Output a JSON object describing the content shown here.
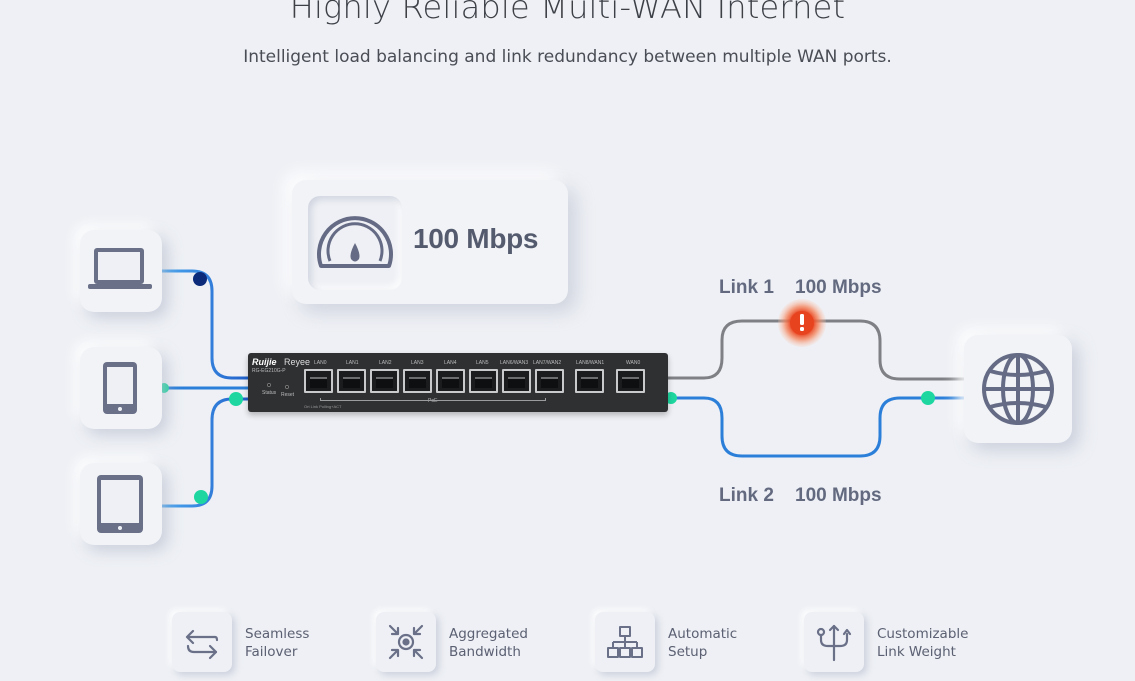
{
  "header": {
    "title": "Highly Reliable Multi-WAN Internet",
    "subtitle": "Intelligent load balancing and link redundancy between multiple WAN ports."
  },
  "speed_card": {
    "value": "100 Mbps",
    "icon": "speedometer-icon"
  },
  "devices": [
    {
      "name": "laptop",
      "icon": "laptop-icon"
    },
    {
      "name": "phone",
      "icon": "phone-icon"
    },
    {
      "name": "tablet",
      "icon": "tablet-icon"
    }
  ],
  "router": {
    "brand": "Ruijie",
    "sub_brand": "Reyee",
    "model": "RG-EG210G-P",
    "status_label": "Status",
    "reset_label": "Reset",
    "poe_label": "PoE",
    "foot_label": "Ort Link  Polling+ACT",
    "ports": [
      "LAN0",
      "LAN1",
      "LAN2",
      "LAN3",
      "LAN4",
      "LAN5",
      "LAN6/WAN3",
      "LAN7/WAN2",
      "LAN8/WAN1",
      "WAN0"
    ]
  },
  "links": [
    {
      "label": "Link 1",
      "speed": "100 Mbps",
      "status": "failed",
      "alert_icon": "exclamation-icon",
      "color": "#7e8085"
    },
    {
      "label": "Link 2",
      "speed": "100 Mbps",
      "status": "active",
      "color": "#2b7fd9"
    }
  ],
  "internet": {
    "icon": "globe-icon"
  },
  "features": [
    {
      "line1": "Seamless",
      "line2": "Failover",
      "icon": "swap-arrows-icon"
    },
    {
      "line1": "Aggregated",
      "line2": "Bandwidth",
      "icon": "converge-icon"
    },
    {
      "line1": "Automatic",
      "line2": "Setup",
      "icon": "network-tree-icon"
    },
    {
      "line1": "Customizable",
      "line2": "Link Weight",
      "icon": "trident-icon"
    }
  ],
  "colors": {
    "background": "#eef0f5",
    "active_line": "#2b7fd9",
    "inactive_line": "#7e8085",
    "node_green": "#1ed7a0",
    "node_navy": "#0b2a7a",
    "alert_red": "#e8431f",
    "icon_stroke": "#6a7088"
  }
}
